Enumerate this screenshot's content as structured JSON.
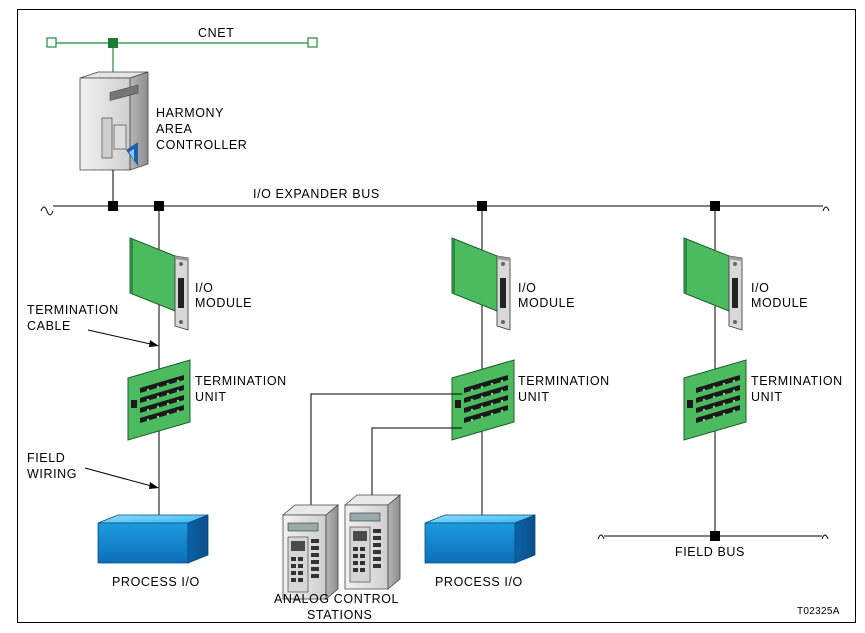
{
  "diagram": {
    "cnet": "CNET",
    "controller": [
      "HARMONY",
      "AREA",
      "CONTROLLER"
    ],
    "expander_bus": "I/O EXPANDER BUS",
    "io_module": [
      "I/O",
      "MODULE"
    ],
    "termination_unit": [
      "TERMINATION",
      "UNIT"
    ],
    "termination_cable": [
      "TERMINATION",
      "CABLE"
    ],
    "field_wiring": [
      "FIELD",
      "WIRING"
    ],
    "process_io": "PROCESS I/O",
    "analog_stations": [
      "ANALOG CONTROL",
      "STATIONS"
    ],
    "field_bus": "FIELD BUS",
    "figure_id": "T02325A"
  }
}
